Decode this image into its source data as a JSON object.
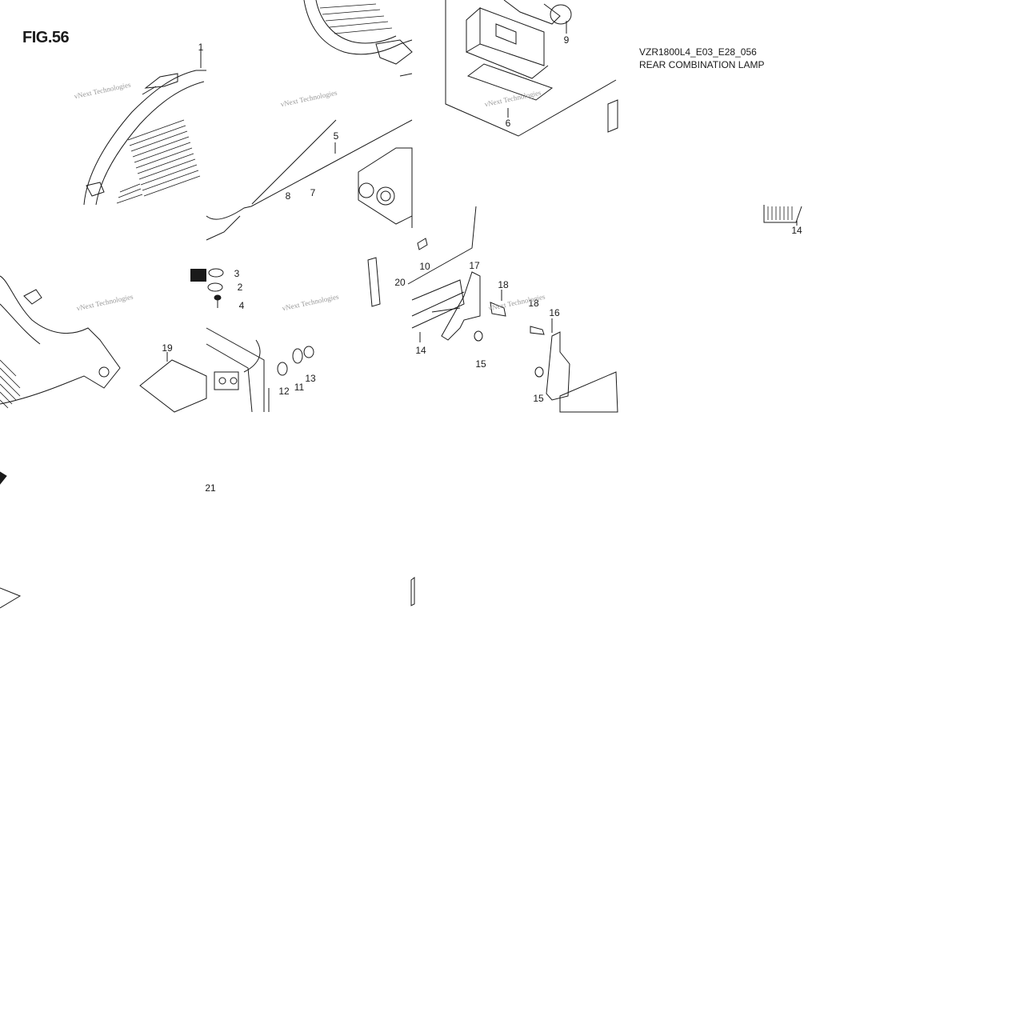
{
  "figure": {
    "title": "FIG.56",
    "code": "VZR1800L4_E03_E28_056",
    "name": "REAR COMBINATION LAMP"
  },
  "callouts": [
    "1",
    "2",
    "3",
    "4",
    "5",
    "6",
    "7",
    "8",
    "9",
    "10",
    "11",
    "12",
    "13",
    "14",
    "14",
    "14",
    "15",
    "15",
    "16",
    "17",
    "18",
    "18",
    "19",
    "20",
    "21"
  ],
  "watermark": {
    "line1": "vNext Technologies"
  },
  "colors": {
    "ink": "#1a1a1a",
    "watermark": "#9a9a9a",
    "background": "#ffffff"
  }
}
